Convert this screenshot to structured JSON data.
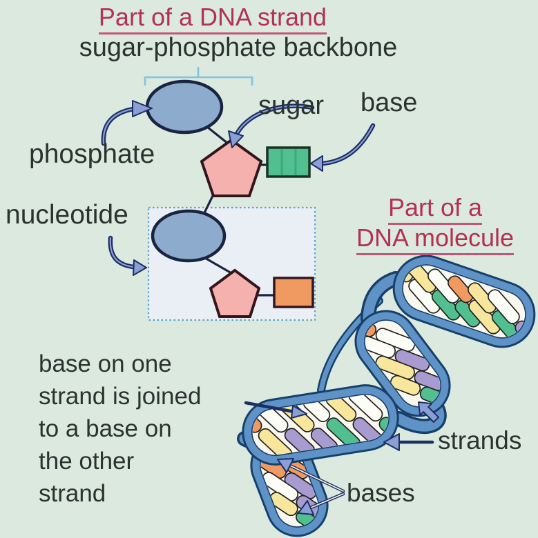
{
  "strand_section": {
    "title": "Part of a DNA strand",
    "subtitle": "sugar-phosphate backbone",
    "labels": {
      "phosphate": "phosphate",
      "sugar": "sugar",
      "base": "base",
      "nucleotide": "nucleotide"
    }
  },
  "molecule_section": {
    "title_line1": "Part of a",
    "title_line2": "DNA molecule",
    "labels": {
      "strands": "strands",
      "bases": "bases"
    },
    "note_lines": [
      "base on one",
      "strand is joined",
      "to a base on",
      "the other",
      "strand"
    ],
    "helix": {
      "segments": [
        {
          "pairs": [
            [
              "yellow",
              "white"
            ],
            [
              "yellow",
              "green"
            ],
            [
              "white",
              "green"
            ],
            [
              "orange",
              "yellow"
            ],
            [
              "yellow",
              "green"
            ],
            [
              "white",
              "purple"
            ]
          ]
        },
        {
          "pairs": [
            [
              "orange",
              "white"
            ],
            [
              "white",
              "purple"
            ],
            [
              "yellow",
              "purple"
            ],
            [
              "yellow",
              "green"
            ]
          ]
        },
        {
          "pairs": [
            [
              "orange",
              "yellow"
            ],
            [
              "white",
              "purple"
            ],
            [
              "yellow",
              "purple"
            ],
            [
              "white",
              "green"
            ],
            [
              "yellow",
              "purple"
            ],
            [
              "white",
              "green"
            ]
          ]
        },
        {
          "pairs": [
            [
              "yellow",
              "orange"
            ],
            [
              "orange",
              "purple"
            ],
            [
              "white",
              "purple"
            ],
            [
              "yellow",
              "green"
            ]
          ]
        }
      ]
    }
  },
  "colors": {
    "bg": "#dbe9df",
    "heading": "#b23156",
    "heading_u": "#c2557a",
    "text": "#2b3330",
    "outline": "#1a2440",
    "phosphate_fill": "#8dabcd",
    "sugar_fill": "#f5b1ae",
    "base_green_rect": "#52bf90",
    "base_orange_rect": "#f09a62",
    "box_fill": "#e9eff5",
    "box_border": "#5aa3cf",
    "bracket": "#82c3e0",
    "arrow_fill": "#8b9fd6",
    "arrow_outline": "#1c2f63",
    "ribbon": "#5f93c8",
    "ribbon_dark": "#174069",
    "opening": "#faf8ee",
    "base_yellow": "#f8e69c",
    "base_white": "#fdfdf7",
    "base_green": "#52bf90",
    "base_orange": "#f09a62",
    "base_purple": "#a89bd0"
  }
}
